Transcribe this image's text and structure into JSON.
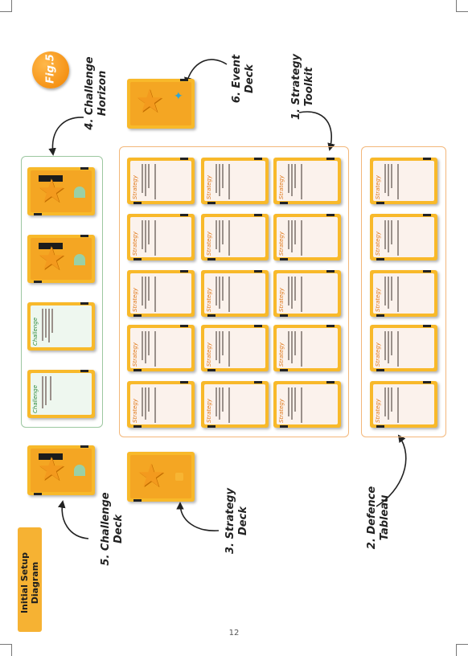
{
  "figure": {
    "badge": "Fig.5"
  },
  "sidebar": {
    "title": "Initial Setup Diagram"
  },
  "labels": {
    "challenge_horizon": {
      "line1": "4. Challenge",
      "line2": "Horizon"
    },
    "event_deck": {
      "line1": "6. Event",
      "line2": "Deck"
    },
    "strategy_toolkit": {
      "line1": "1. Strategy",
      "line2": "Toolkit"
    },
    "challenge_deck": {
      "line1": "5. Challenge",
      "line2": "Deck"
    },
    "strategy_deck": {
      "line1": "3. Strategy",
      "line2": "Deck"
    },
    "defence_tableau": {
      "line1": "2. Defence",
      "line2": "Tableau"
    }
  },
  "card_titles": {
    "strategy": "Strategy",
    "challenge": "Challenge"
  },
  "colors": {
    "card_yellow": "#f8b92a",
    "accent_orange": "#f18300",
    "zone_green": "#9cc7a0",
    "zone_orange": "#f3b77a"
  },
  "page": {
    "number": "12"
  }
}
